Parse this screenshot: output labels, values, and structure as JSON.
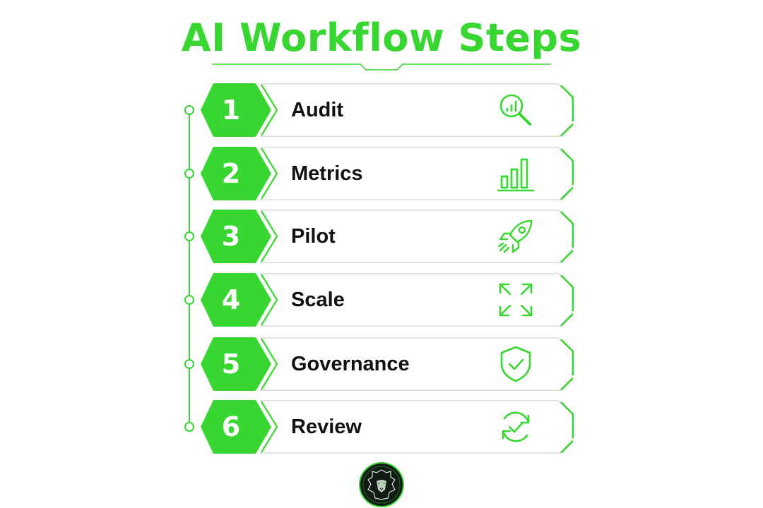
{
  "title": "AI Workflow Steps",
  "colors": {
    "accent": "#38d630",
    "card_border": "#d8d8d8",
    "text": "#111111",
    "logo_bg": "#0f1a12"
  },
  "steps": [
    {
      "number": "1",
      "label": "Audit",
      "icon": "magnifier-chart-icon"
    },
    {
      "number": "2",
      "label": "Metrics",
      "icon": "bar-chart-icon"
    },
    {
      "number": "3",
      "label": "Pilot",
      "icon": "rocket-icon"
    },
    {
      "number": "4",
      "label": "Scale",
      "icon": "expand-arrows-icon"
    },
    {
      "number": "5",
      "label": "Governance",
      "icon": "shield-check-icon"
    },
    {
      "number": "6",
      "label": "Review",
      "icon": "refresh-check-icon"
    }
  ],
  "logo": {
    "icon": "lion-head-logo"
  }
}
